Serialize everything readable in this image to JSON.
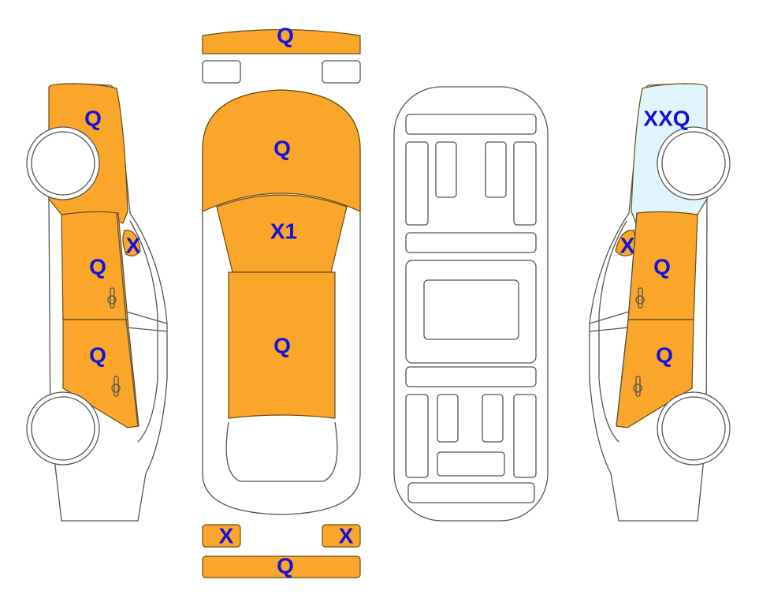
{
  "colors": {
    "damage_fill": "#F9A62B",
    "light_fill": "#DFF5FB",
    "label_color": "#1414D8",
    "outline": "#555555"
  },
  "left_side": {
    "front_fender": "Q",
    "mirror": "X",
    "front_door": "Q",
    "rear_door": "Q"
  },
  "top_view": {
    "front_bumper": "Q",
    "hood": "Q",
    "windshield": "X1",
    "roof": "Q",
    "left_taillight": "X",
    "right_taillight": "X",
    "rear_bumper": "Q"
  },
  "right_side": {
    "front_fender": "XXQ",
    "mirror": "X",
    "front_door": "Q",
    "rear_door": "Q"
  }
}
